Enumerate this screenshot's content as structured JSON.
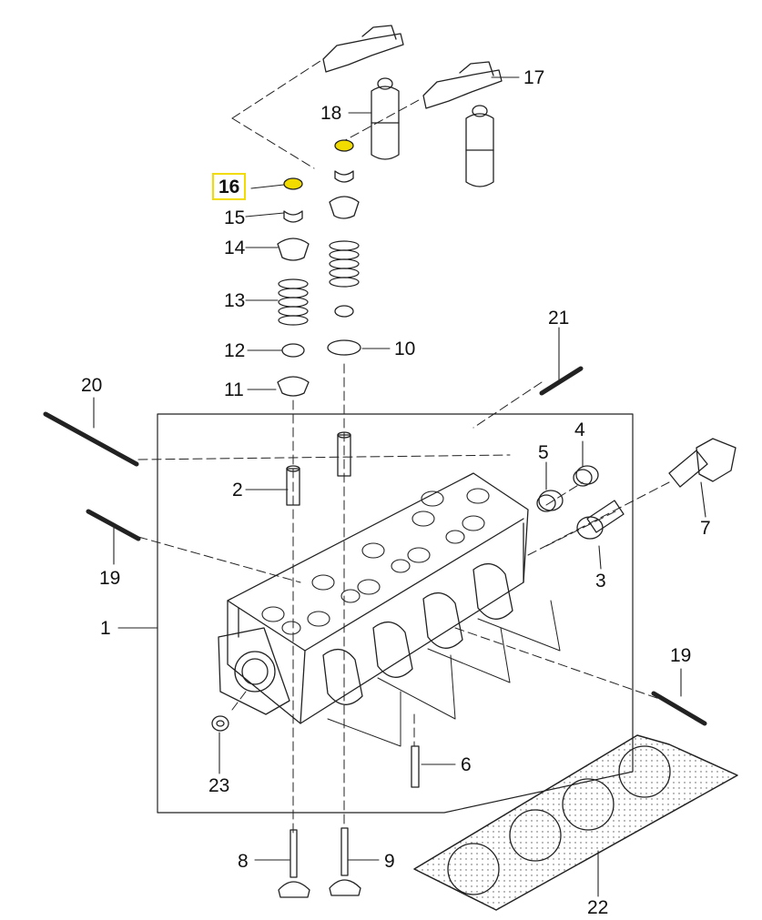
{
  "diagram": {
    "highlight_color": "#f2dc00",
    "highlighted_part": "16",
    "callouts": [
      {
        "id": "c1",
        "text": "1"
      },
      {
        "id": "c2",
        "text": "2"
      },
      {
        "id": "c3",
        "text": "3"
      },
      {
        "id": "c4",
        "text": "4"
      },
      {
        "id": "c5",
        "text": "5"
      },
      {
        "id": "c6",
        "text": "6"
      },
      {
        "id": "c7",
        "text": "7"
      },
      {
        "id": "c8",
        "text": "8"
      },
      {
        "id": "c9",
        "text": "9"
      },
      {
        "id": "c10",
        "text": "10"
      },
      {
        "id": "c11",
        "text": "11"
      },
      {
        "id": "c12",
        "text": "12"
      },
      {
        "id": "c13",
        "text": "13"
      },
      {
        "id": "c14",
        "text": "14"
      },
      {
        "id": "c15",
        "text": "15"
      },
      {
        "id": "c16",
        "text": "16"
      },
      {
        "id": "c17",
        "text": "17"
      },
      {
        "id": "c18",
        "text": "18"
      },
      {
        "id": "c19a",
        "text": "19"
      },
      {
        "id": "c19b",
        "text": "19"
      },
      {
        "id": "c20",
        "text": "20"
      },
      {
        "id": "c21",
        "text": "21"
      },
      {
        "id": "c22",
        "text": "22"
      },
      {
        "id": "c23",
        "text": "23"
      }
    ]
  }
}
